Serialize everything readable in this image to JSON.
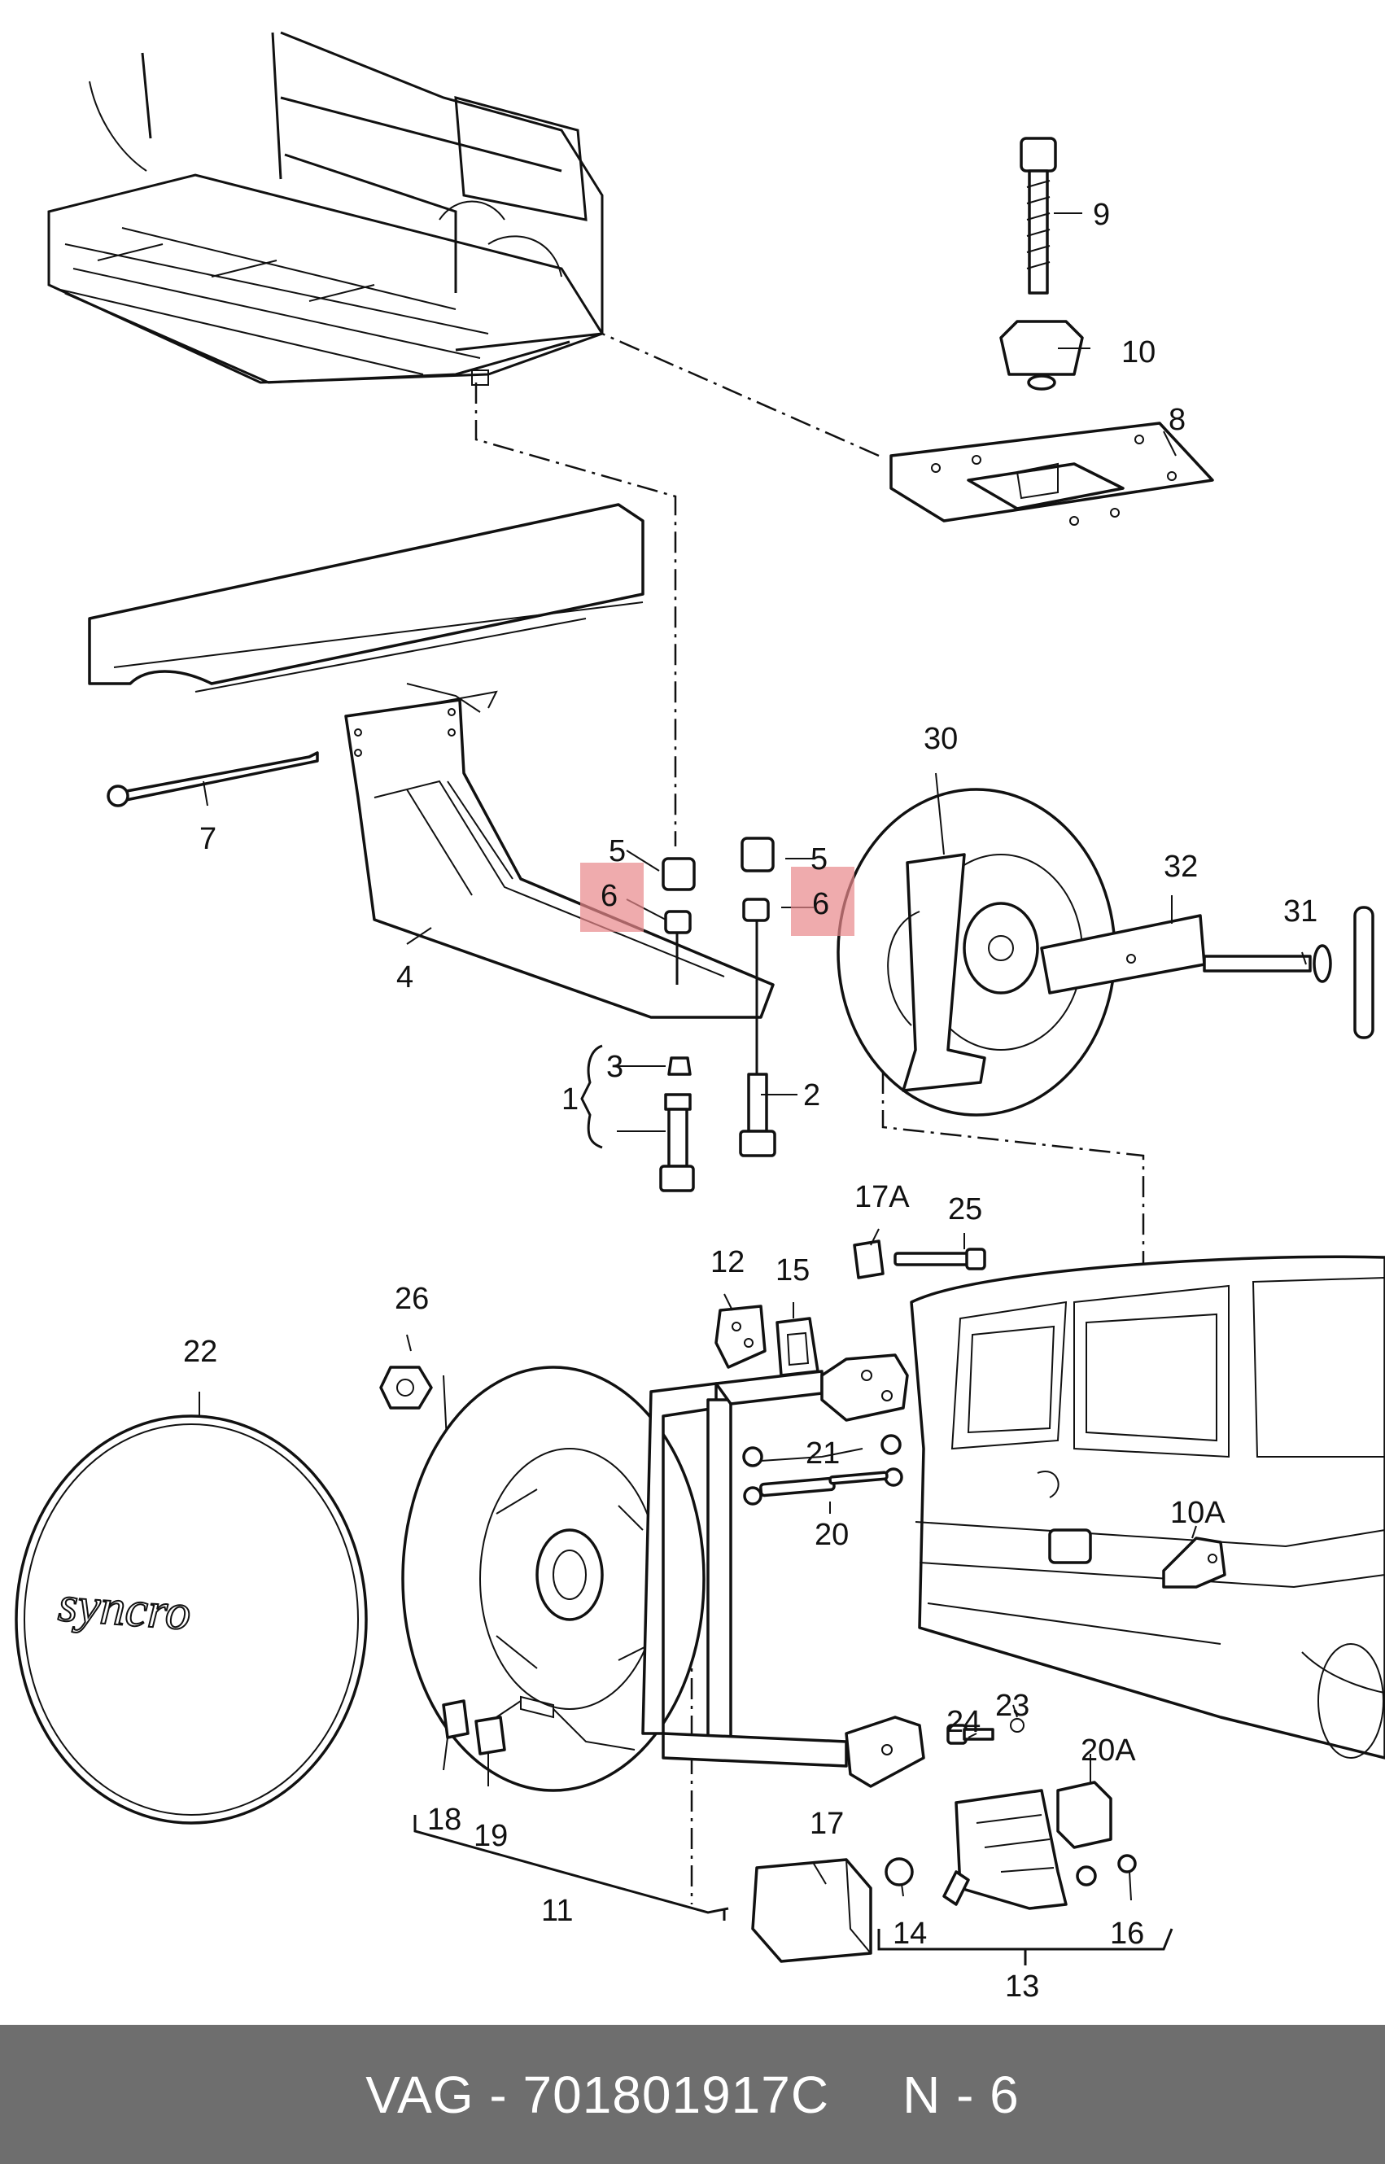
{
  "callouts": {
    "c1": "1",
    "c2": "2",
    "c3": "3",
    "c4": "4",
    "c5a": "5",
    "c5b": "5",
    "c6a": "6",
    "c6b": "6",
    "c7": "7",
    "c8": "8",
    "c9": "9",
    "c10": "10",
    "c10A": "10A",
    "c11": "11",
    "c12": "12",
    "c13": "13",
    "c14": "14",
    "c15": "15",
    "c16": "16",
    "c17": "17",
    "c17A": "17A",
    "c18": "18",
    "c19": "19",
    "c20": "20",
    "c20A": "20A",
    "c21": "21",
    "c22": "22",
    "c23": "23",
    "c24": "24",
    "c25": "25",
    "c26": "26",
    "c30": "30",
    "c31": "31",
    "c32": "32"
  },
  "cover_logo_text": "syncro",
  "highlight_color": "#e8888a",
  "footer": {
    "part_number": "VAG - 701801917C",
    "ref": "N - 6"
  }
}
